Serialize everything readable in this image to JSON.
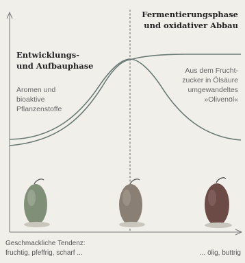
{
  "phase_left_heading": [
    "Entwicklungs-",
    "und Aufbauphase"
  ],
  "phase_right_heading": [
    "Fermentierungsphase",
    "und oxidativer Abbau"
  ],
  "left_annotation": [
    "Aromen und",
    "bioaktive",
    "Pflanzenstoffe"
  ],
  "right_annotation": [
    "Aus dem Frucht-",
    "zucker in Ölsäure",
    "umgewandeltes",
    "»Olivenöl«"
  ],
  "caption_left": [
    "Geschmackliche Tendenz:",
    "fruchtig, pfeffrig, scharf ..."
  ],
  "caption_right": "... ölig, buttrig",
  "colors": {
    "axis": "#777777",
    "curve": "#6b7a74",
    "olive_green": "#7f8f78",
    "olive_mid": "#8a7f74",
    "olive_dark": "#6c4b47"
  }
}
